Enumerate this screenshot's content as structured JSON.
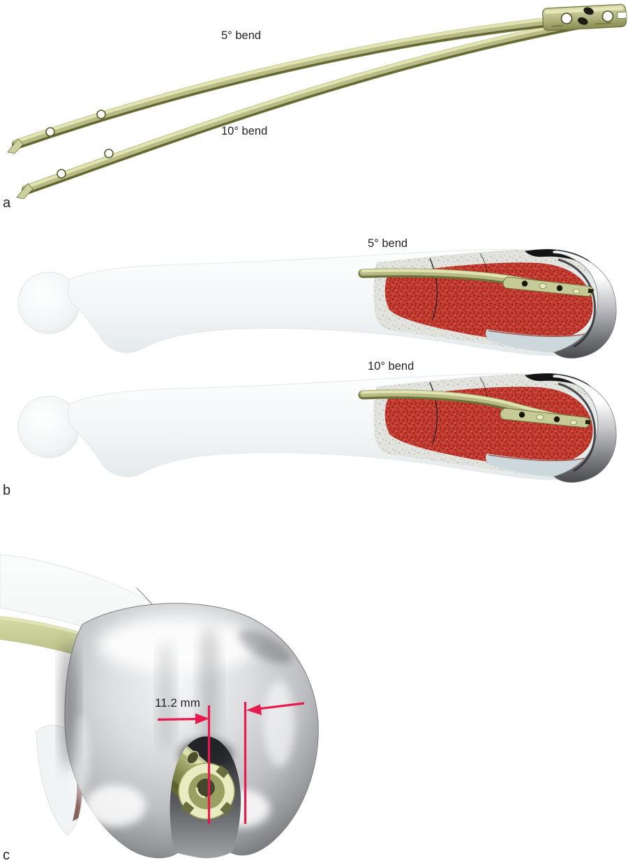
{
  "figure": {
    "panels": {
      "a": {
        "letter": "a",
        "labels": {
          "upper": "5° bend",
          "lower": "10° bend"
        }
      },
      "b": {
        "letter": "b",
        "labels": {
          "upper": "5° bend",
          "lower": "10° bend"
        }
      },
      "c": {
        "letter": "c",
        "measurement_label": "11.2 mm"
      }
    },
    "colors": {
      "background": "#ffffff",
      "text": "#262223",
      "nail_olive": "#b7ba85",
      "nail_highlight": "#e0e4b0",
      "nail_shadow": "#6d7239",
      "bone_white": "#f3f5f6",
      "cancellous_red": "#c23b30",
      "metal_light": "#f2f3f4",
      "metal_dark": "#4a4b4f",
      "cement_blue_gray": "#ccd8db",
      "measure_red": "#e8194f"
    }
  }
}
